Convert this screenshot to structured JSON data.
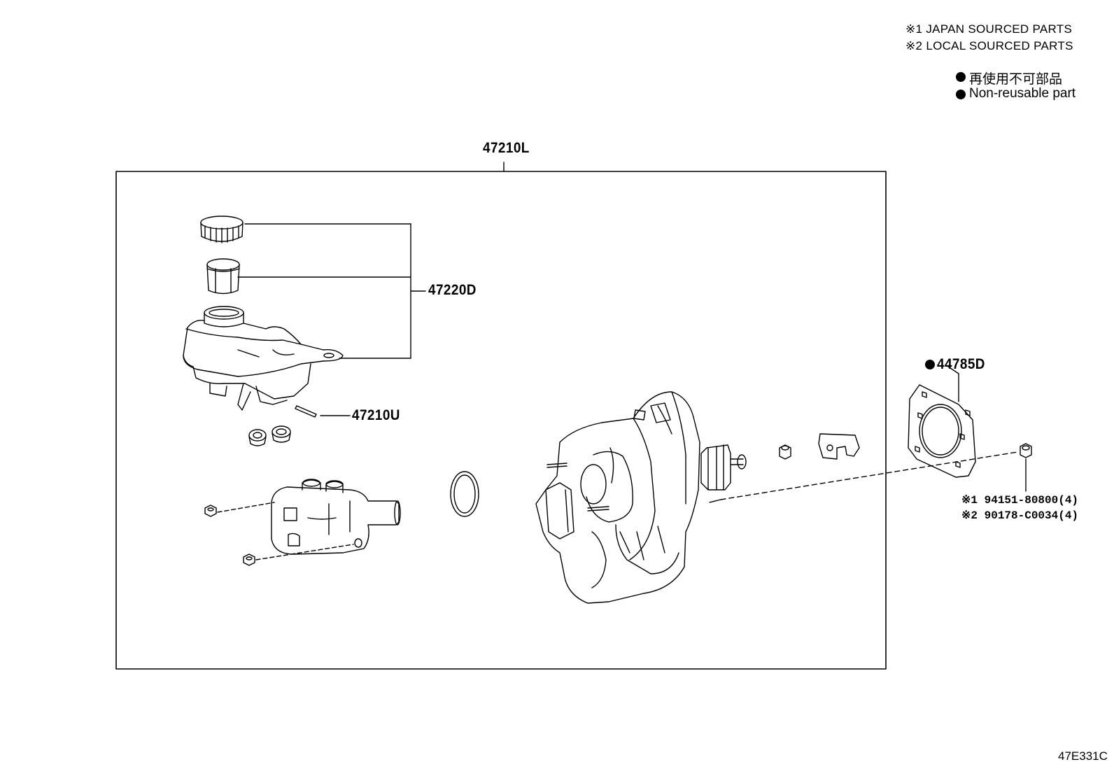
{
  "notes": {
    "japan": "※1 JAPAN SOURCED PARTS",
    "local": "※2 LOCAL SOURCED PARTS"
  },
  "legend": {
    "ja": "再使用不可部品",
    "en": "Non-reusable part"
  },
  "parts": {
    "assembly": "47210L",
    "reservoir": "47220D",
    "pin": "47210U",
    "gasket": "44785D",
    "nut_japan": "※1 94151-80800(4)",
    "nut_local": "※2 90178-C0034(4)"
  },
  "diagram_code": "47E331C"
}
